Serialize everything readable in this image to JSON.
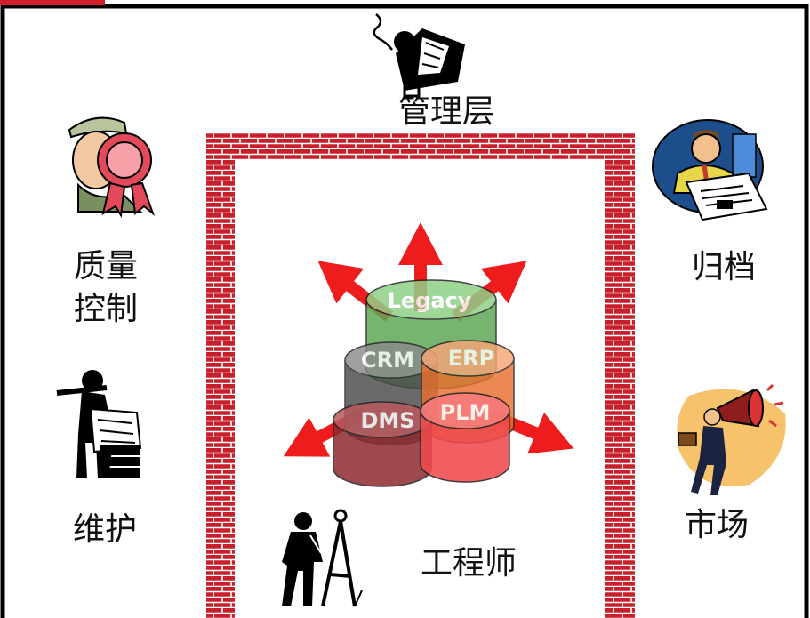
{
  "labels": {
    "management": "管理层",
    "quality_control": "质量控制",
    "archive": "归档",
    "maintenance": "维护",
    "marketing": "市场",
    "engineer": "工程师"
  },
  "systems": {
    "legacy": "Legacy",
    "crm": "CRM",
    "erp": "ERP",
    "dms": "DMS",
    "plm": "PLM"
  },
  "colors": {
    "brick": "#c8202a",
    "mortar": "#ffffff",
    "arrow": "#ee1c1c",
    "legacy": "#79c46f",
    "crm": "#6e6e6e",
    "erp": "#f48a52",
    "dms": "#a94447",
    "plm": "#f2595b",
    "frame": "#000000",
    "corner_accent": "#d01f2a"
  },
  "icons": {
    "management": "manager-on-phone-icon",
    "quality_control": "person-with-award-ribbon-icon",
    "archive": "man-reading-newspaper-icon",
    "maintenance": "worker-reading-blueprint-icon",
    "marketing": "person-with-megaphone-icon",
    "engineer": "engineer-with-compass-icon"
  }
}
